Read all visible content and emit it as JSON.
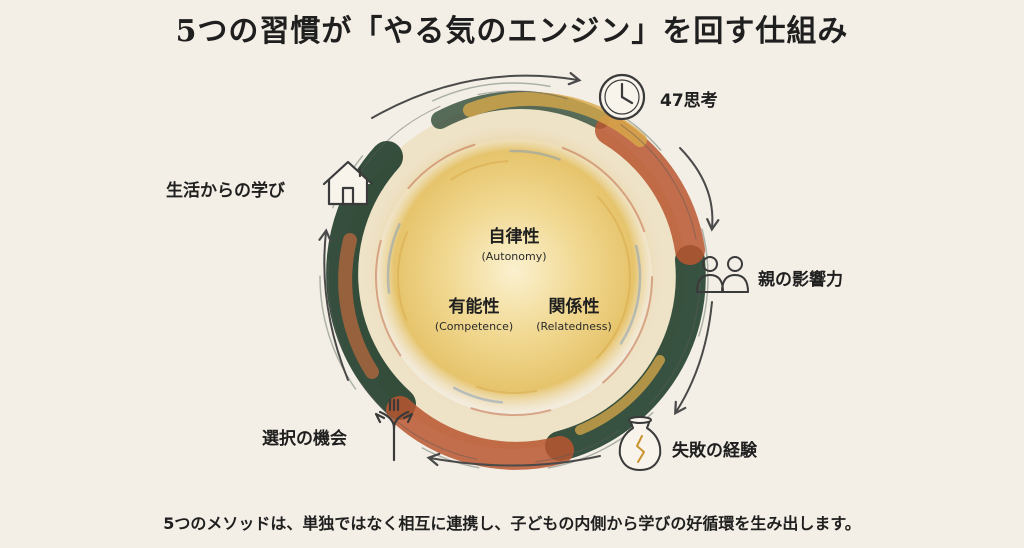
{
  "title": "5つの習慣が「やる気のエンジン」を回す仕組み",
  "core": {
    "autonomy": {
      "jp": "自律性",
      "en": "(Autonomy)"
    },
    "competence": {
      "jp": "有能性",
      "en": "(Competence)"
    },
    "relatedness": {
      "jp": "関係性",
      "en": "(Relatedness)"
    }
  },
  "habits": [
    {
      "label": "47思考",
      "icon": "clock-icon"
    },
    {
      "label": "親の影響力",
      "icon": "people-icon"
    },
    {
      "label": "失敗の経験",
      "icon": "cracked-vase-icon"
    },
    {
      "label": "選択の機会",
      "icon": "fork-road-icon"
    },
    {
      "label": "生活からの学び",
      "icon": "house-icon"
    }
  ],
  "caption": "5つのメソッドは、単独ではなく相互に連携し、子どもの内側から学びの好循環を生み出します。",
  "colors": {
    "background": "#f4efe6",
    "ring_green": "#24402f",
    "ring_rust": "#b8562f",
    "ring_gold": "#d8a94a",
    "core_glow": "#f3d98a",
    "accent_blue": "#7f9bbd",
    "ink": "#3a3a3a"
  }
}
